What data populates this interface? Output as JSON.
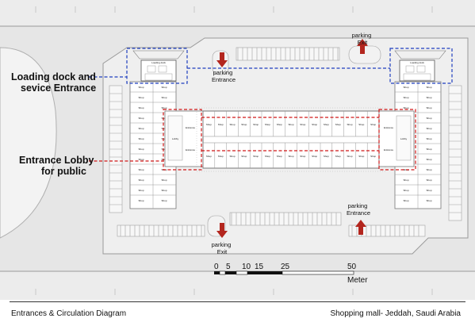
{
  "annotations": {
    "loading_dock": [
      "Loading dock and",
      "sevice Entrance"
    ],
    "entrance_lobby": [
      "Entrance Lobby",
      "for public"
    ],
    "parking_entrance_top": [
      "parking",
      "Entrance"
    ],
    "parking_exit_top": [
      "parking",
      "Exit"
    ],
    "parking_entrance_bottom": [
      "parking",
      "Entrance"
    ],
    "parking_exit_bottom": [
      "parking",
      "Exit"
    ]
  },
  "small_labels": {
    "loading_dock": "Loading dock",
    "shop": "Shop",
    "lobby": "Lobby",
    "entrance": "Entrance"
  },
  "scale_bar": {
    "ticks": [
      "0",
      "5",
      "10",
      "15",
      "25",
      "50"
    ],
    "unit": "Meter"
  },
  "footer": {
    "left": "Entrances & Circulation Diagram",
    "right": "Shopping mall- Jeddah, Saudi Arabia"
  },
  "colors": {
    "site": "#e4e4e4",
    "line": "#8a8a8a",
    "building": "#ffffff",
    "blue_dash": "#1f3fbf",
    "red_dash": "#d01818",
    "arrow": "#b3261e"
  }
}
